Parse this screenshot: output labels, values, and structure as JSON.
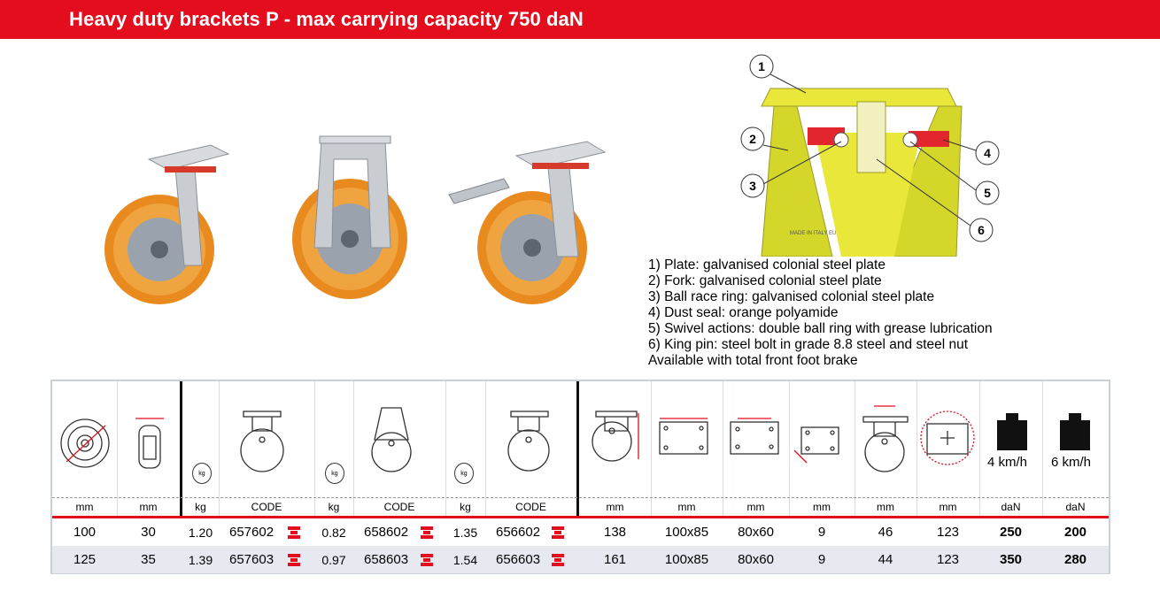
{
  "header": {
    "title": "Heavy duty brackets P - max carrying capacity 750 daN"
  },
  "diagram": {
    "callouts": [
      "1",
      "2",
      "3",
      "4",
      "5",
      "6"
    ],
    "plate_marking": "MADE IN ITALY EU"
  },
  "legend": {
    "items": [
      "1)  Plate: galvanised colonial steel plate",
      "2)  Fork: galvanised colonial steel plate",
      "3)  Ball race ring: galvanised colonial steel plate",
      "4)  Dust seal: orange polyamide",
      "5)  Swivel actions: double ball ring with grease lubrication",
      "6)  King pin: steel bolt in grade 8.8 steel and steel nut"
    ],
    "note": "Available with total front foot brake"
  },
  "table": {
    "weight_icon_label": "kg",
    "speeds": [
      "4 km/h",
      "6 km/h"
    ],
    "units": [
      "mm",
      "mm",
      "kg",
      "CODE",
      "kg",
      "CODE",
      "kg",
      "CODE",
      "mm",
      "mm",
      "mm",
      "mm",
      "mm",
      "mm",
      "daN",
      "daN"
    ],
    "rows": [
      [
        "100",
        "30",
        "1.20",
        "657602",
        "0.82",
        "658602",
        "1.35",
        "656602",
        "138",
        "100x85",
        "80x60",
        "9",
        "46",
        "123",
        "250",
        "200"
      ],
      [
        "125",
        "35",
        "1.39",
        "657603",
        "0.97",
        "658603",
        "1.54",
        "656603",
        "161",
        "100x85",
        "80x60",
        "9",
        "44",
        "123",
        "350",
        "280"
      ]
    ]
  },
  "colors": {
    "brand_red": "#e30d1d",
    "yellow": "#e9e83a",
    "orange_wheel": "#e88a1e"
  }
}
